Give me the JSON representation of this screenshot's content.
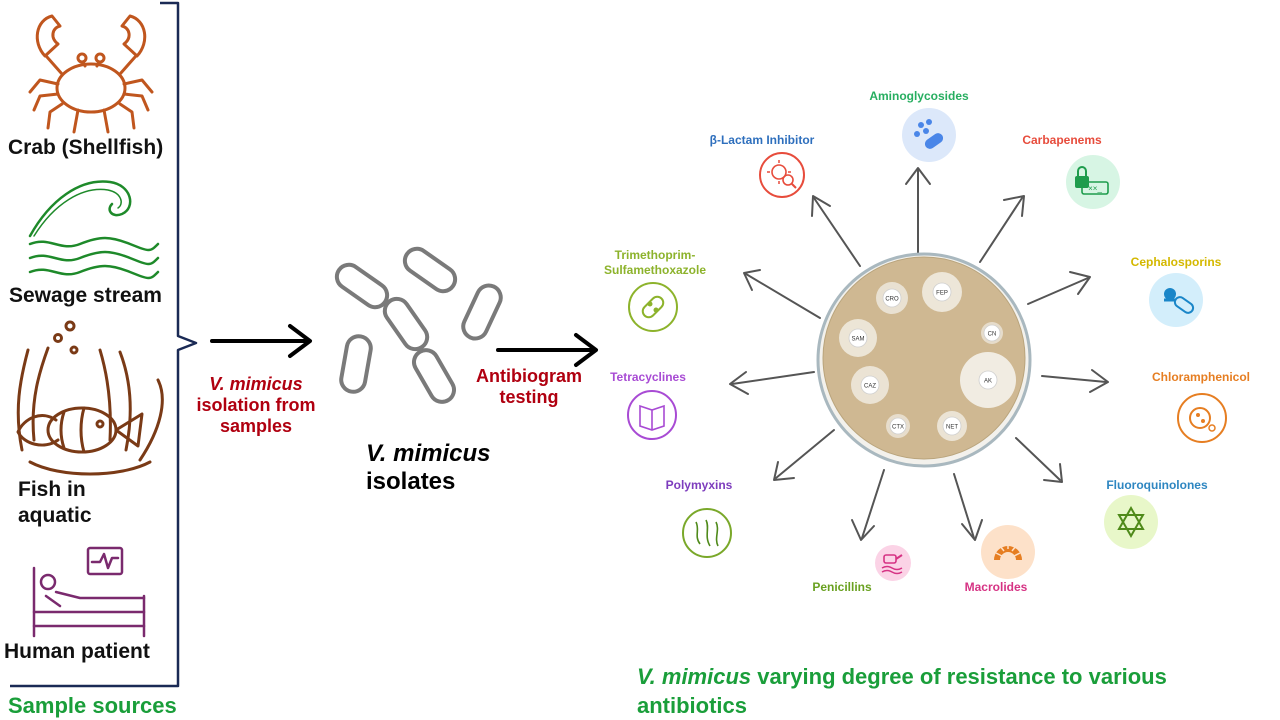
{
  "sources": {
    "title": "Sample sources",
    "items": [
      {
        "label": "Crab (Shellfish)",
        "icon": "crab-icon",
        "color": "#c0561e"
      },
      {
        "label": "Sewage stream",
        "icon": "wave-icon",
        "color": "#1e8a2a"
      },
      {
        "label_line1": "Fish in",
        "label_line2": "aquatic",
        "icon": "fish-anemone-icon",
        "color": "#7a3a16"
      },
      {
        "label": "Human patient",
        "icon": "hospital-bed-icon",
        "color": "#7a2a6e"
      }
    ]
  },
  "step1": {
    "italic": "V. mimicus",
    "line2": "isolation from",
    "line3": "samples"
  },
  "isolates": {
    "italic": "V. mimicus",
    "line2": "isolates"
  },
  "step2": {
    "line1": "Antibiogram",
    "line2": "testing"
  },
  "plate": {
    "discs": [
      "CRO",
      "FEP",
      "SAM",
      "CN",
      "CAZ",
      "AK",
      "CTX",
      "NET"
    ]
  },
  "antibiotics": [
    {
      "label": "Aminoglycosides",
      "color": "#27ae60",
      "icon": "pills-icon"
    },
    {
      "label": "Carbapenems",
      "color": "#e74c3c",
      "icon": "lock-icon"
    },
    {
      "label": "Cephalosporins",
      "color": "#d4b800",
      "icon": "capsule-icon"
    },
    {
      "label": "Chloramphenicol",
      "color": "#e67e22",
      "icon": "bacteria-icon"
    },
    {
      "label": "Fluoroquinolones",
      "color": "#2e86c1",
      "icon": "star-molecule-icon"
    },
    {
      "label": "Macrolides",
      "color": "#d63384",
      "icon": "arch-icon"
    },
    {
      "label": "Penicillins",
      "color": "#6aa121",
      "icon": "syringe-icon"
    },
    {
      "label": "Polymyxins",
      "color": "#7d3cbd",
      "icon": "fibers-icon"
    },
    {
      "label": "Tetracyclines",
      "color": "#a84bd4",
      "icon": "book-icon"
    },
    {
      "label_line1": "Trimethoprim-",
      "label_line2": "Sulfamethoxazole",
      "color": "#8db32c",
      "icon": "tablet-icon"
    },
    {
      "label": "β-Lactam Inhibitor",
      "color": "#2e6fbd",
      "icon": "virus-search-icon"
    }
  ],
  "result": {
    "italic": "V. mimicus",
    "rest": " varying degree of resistance to various",
    "line2": "antibiotics"
  }
}
